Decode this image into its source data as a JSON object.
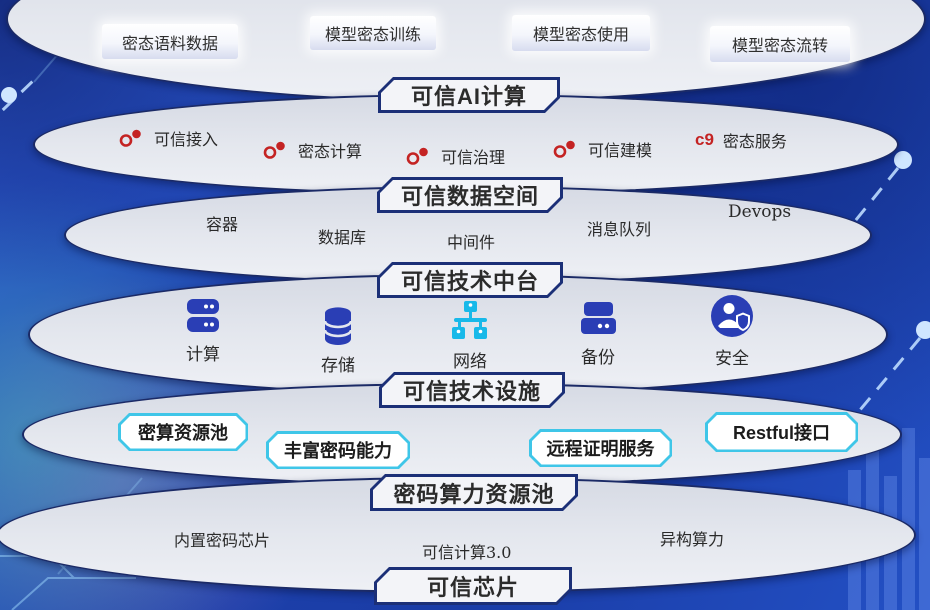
{
  "layer1": {
    "label": "可信AI计算",
    "items": [
      "密态语料数据",
      "模型密态训练",
      "模型密态使用",
      "模型密态流转"
    ]
  },
  "layer2": {
    "label": "可信数据空间",
    "items": [
      {
        "icon": "chain-link-red-icon",
        "text": "可信接入"
      },
      {
        "icon": "chain-link-red-icon",
        "text": "密态计算"
      },
      {
        "icon": "chain-link-red-icon",
        "text": "可信治理"
      },
      {
        "icon": "chain-link-red-icon",
        "text": "可信建模"
      },
      {
        "icon": "c9-red-icon",
        "icon_text": "c9",
        "text": "密态服务"
      }
    ]
  },
  "layer3": {
    "label": "可信技术中台",
    "items": [
      "容器",
      "数据库",
      "中间件",
      "消息队列",
      "Devops"
    ]
  },
  "layer4": {
    "label": "可信技术设施",
    "items": [
      {
        "icon": "server-icon",
        "text": "计算"
      },
      {
        "icon": "database-icon",
        "text": "存储"
      },
      {
        "icon": "network-icon",
        "text": "网络"
      },
      {
        "icon": "backup-icon",
        "text": "备份"
      },
      {
        "icon": "security-icon",
        "text": "安全"
      }
    ]
  },
  "layer5": {
    "label": "密码算力资源池",
    "items": [
      "密算资源池",
      "丰富密码能力",
      "远程证明服务",
      "Restful接口"
    ]
  },
  "layer6": {
    "label": "可信芯片",
    "items": [
      "内置密码芯片",
      "可信计算3.0",
      "异构算力"
    ]
  },
  "colors": {
    "background_blue": "#1d41ab",
    "ellipse_fill": "#e4e7ee",
    "ellipse_border": "#1b2a66",
    "tag_border": "#1b2f77",
    "accent_red": "#c42323",
    "accent_cyan": "#3fc6e8",
    "icon_blue": "#2a3eb5",
    "icon_cyan": "#18b9e9"
  }
}
